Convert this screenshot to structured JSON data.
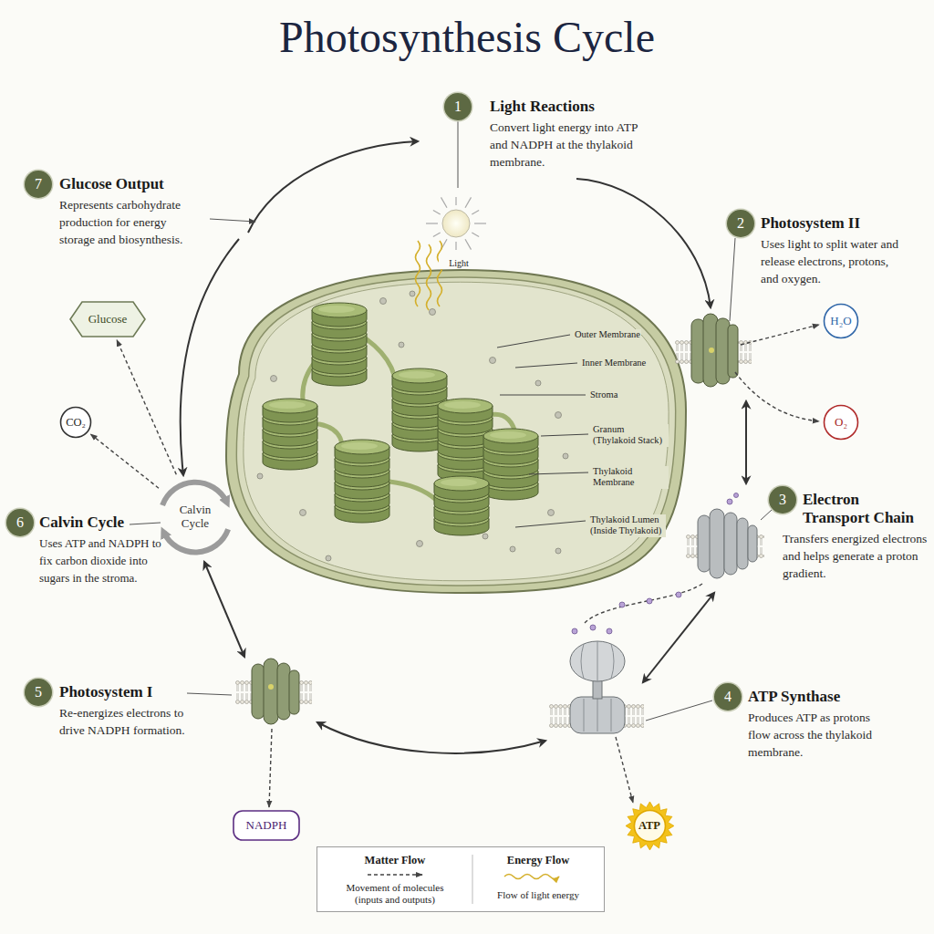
{
  "diagram": {
    "title": "Photosynthesis Cycle",
    "nodes": [
      {
        "text": [
          "1",
          "Light Reactions",
          "Convert light energy into ATP and NADPH at the thylakoid membrane."
        ]
      },
      {
        "text": [
          "2",
          "Photosystem II",
          "Uses light to split water and release electrons, protons, and oxygen."
        ]
      },
      {
        "text": [
          "H₂O"
        ]
      },
      {
        "text": [
          "O₂"
        ]
      },
      {
        "text": [
          "3",
          "Electron Transport Chain",
          "Transfers energized electrons and helps generate a proton gradient."
        ]
      },
      {
        "text": [
          "4",
          "ATP Synthase",
          "Produces ATP as protons flow across the thylakoid membrane."
        ]
      },
      {
        "text": [
          "ATP"
        ]
      },
      {
        "text": [
          "5",
          "Photosystem I",
          "Re-energizes electrons to drive NADPH formation."
        ]
      },
      {
        "text": [
          "NADPH"
        ]
      },
      {
        "text": [
          "6",
          "Calvin Cycle",
          "Uses ATP and NADPH to fix carbon dioxide into sugars in the stroma."
        ]
      },
      {
        "text": [
          "Calvin Cycle"
        ]
      },
      {
        "text": [
          "CO₂"
        ]
      },
      {
        "text": [
          "7",
          "Glucose Output",
          "Represents carbohydrate production for energy storage and biosynthesis."
        ]
      },
      {
        "text": [
          "Glucose"
        ]
      }
    ],
    "edges": [
      {
        "from": 10,
        "to": 11,
        "arrow": "to"
      },
      {
        "from": 10,
        "to": 13,
        "arrow": "to"
      }
    ],
    "labels": [
      "Light",
      "Outer Membrane",
      "Inner Membrane",
      "Stroma",
      "Granum (Thylakoid Stack)",
      "Thylakoid Membrane",
      "Thylakoid Lumen (Inside Thylakoid)",
      "Movement of molecules (inputs and outputs)",
      "Flow of light energy"
    ],
    "legend": [
      {
        "text": "Matter Flow"
      },
      {
        "text": "Energy Flow"
      }
    ]
  }
}
